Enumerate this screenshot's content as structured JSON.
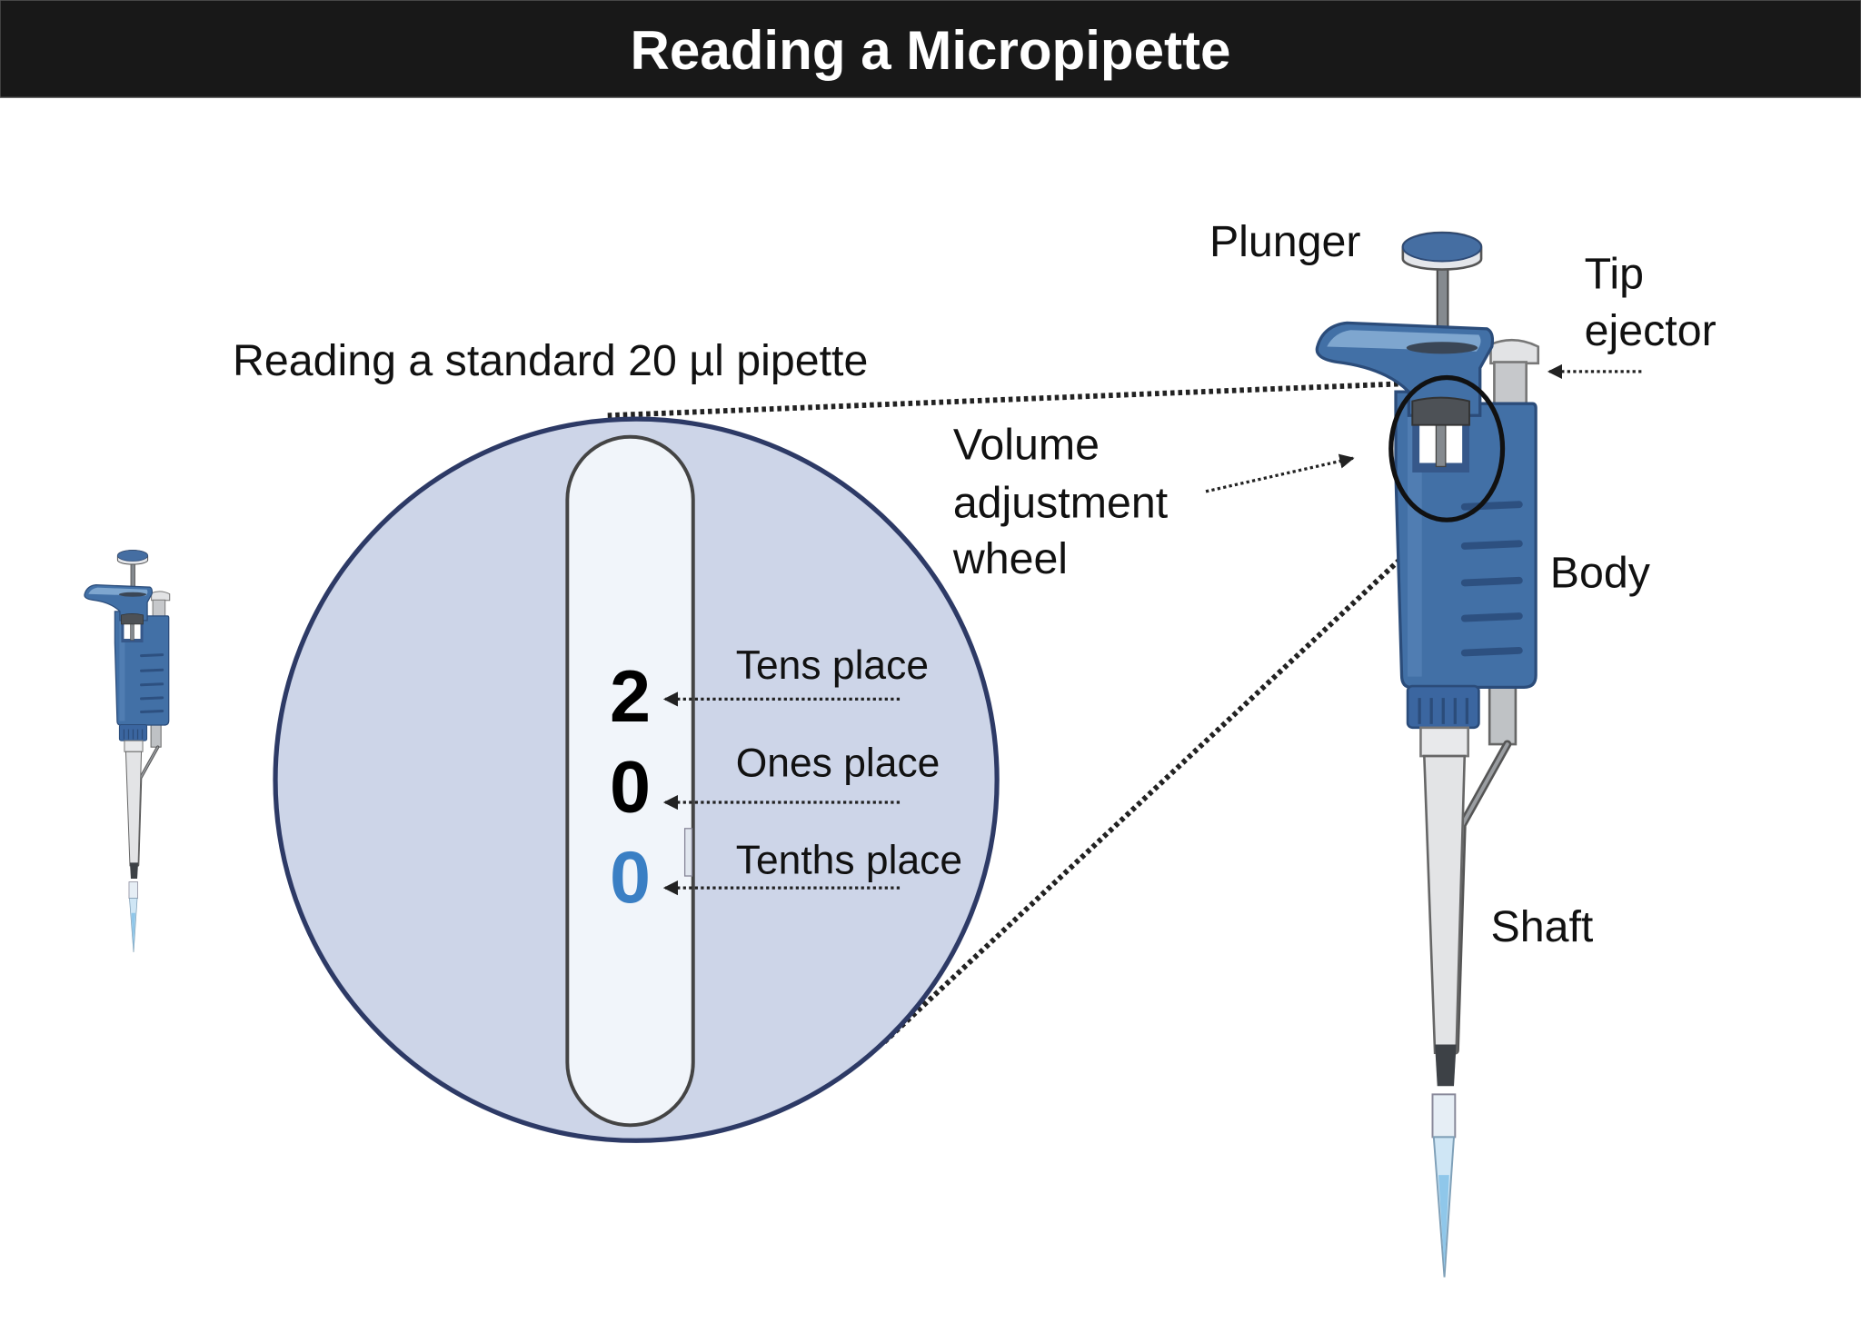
{
  "title": "Reading a Micropipette",
  "subtitle": "Reading a standard 20 µl pipette",
  "display": {
    "digits": [
      {
        "value": "2",
        "place": "Tens place",
        "color": "#000000"
      },
      {
        "value": "0",
        "place": "Ones place",
        "color": "#000000"
      },
      {
        "value": "0",
        "place": "Tenths place",
        "color": "#3a7fc4"
      }
    ]
  },
  "parts": {
    "plunger": "Plunger",
    "tip_ejector_line1": "Tip",
    "tip_ejector_line2": "ejector",
    "volume_line1": "Volume",
    "volume_line2": "adjustment",
    "volume_line3": "wheel",
    "body": "Body",
    "shaft": "Shaft"
  },
  "colors": {
    "title_bar": "#181818",
    "pipette_blue": "#4270a6",
    "magnifier_fill": "#cdd5e8",
    "magnifier_stroke": "#2d3a66"
  }
}
